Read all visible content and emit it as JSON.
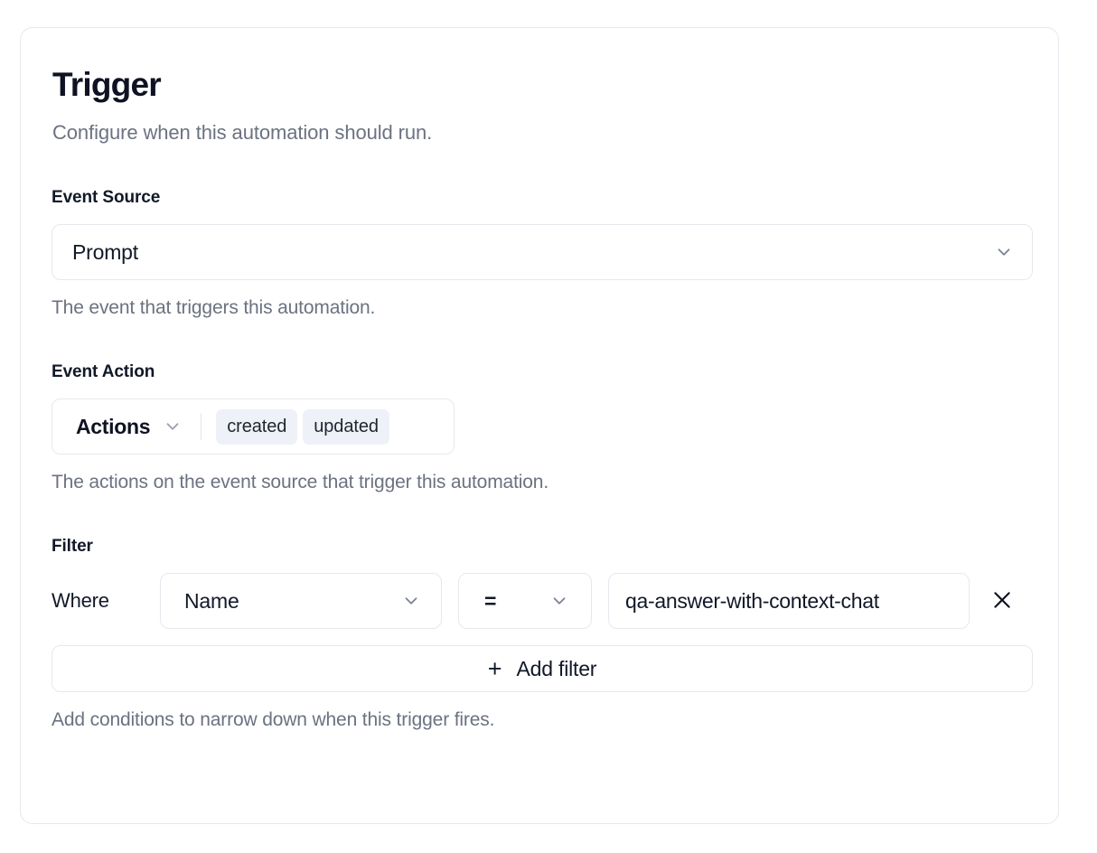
{
  "card": {
    "title": "Trigger",
    "subtitle": "Configure when this automation should run."
  },
  "event_source": {
    "label": "Event Source",
    "selected": "Prompt",
    "help": "The event that triggers this automation.",
    "chevron_icon": "chevron-down-icon"
  },
  "event_action": {
    "label": "Event Action",
    "dropdown_label": "Actions",
    "badges": [
      {
        "label": "created"
      },
      {
        "label": "updated"
      }
    ],
    "help": "The actions on the event source that trigger this automation.",
    "chevron_icon": "chevron-down-icon"
  },
  "filter": {
    "label": "Filter",
    "where_label": "Where",
    "rows": [
      {
        "field": "Name",
        "operator": "=",
        "value": "qa-answer-with-context-chat",
        "value_placeholder": "Value",
        "remove_icon": "close-icon"
      }
    ],
    "add_button": {
      "plus_icon": "plus-icon",
      "label": "Add filter"
    },
    "help": "Add conditions to narrow down when this trigger fires."
  },
  "colors": {
    "card_border": "#e6e8ee",
    "text_primary": "#111827",
    "text_muted": "#6b7280",
    "badge_bg": "#eef1f7",
    "surface": "#ffffff"
  }
}
